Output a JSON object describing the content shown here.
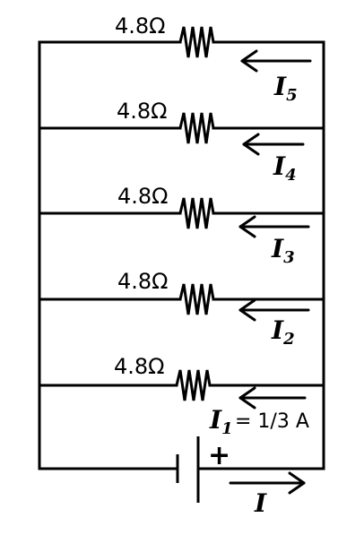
{
  "resistors": [
    {
      "label": "4.8Ω"
    },
    {
      "label": "4.8Ω"
    },
    {
      "label": "4.8Ω"
    },
    {
      "label": "4.8Ω"
    },
    {
      "label": "4.8Ω"
    }
  ],
  "currents": [
    {
      "symbol": "I",
      "subscript": "5"
    },
    {
      "symbol": "I",
      "subscript": "4"
    },
    {
      "symbol": "I",
      "subscript": "3"
    },
    {
      "symbol": "I",
      "subscript": "2"
    },
    {
      "symbol": "I",
      "subscript": "1",
      "value": "= 1/3 A"
    }
  ],
  "battery": {
    "polarity": "+",
    "current_symbol": "I"
  }
}
